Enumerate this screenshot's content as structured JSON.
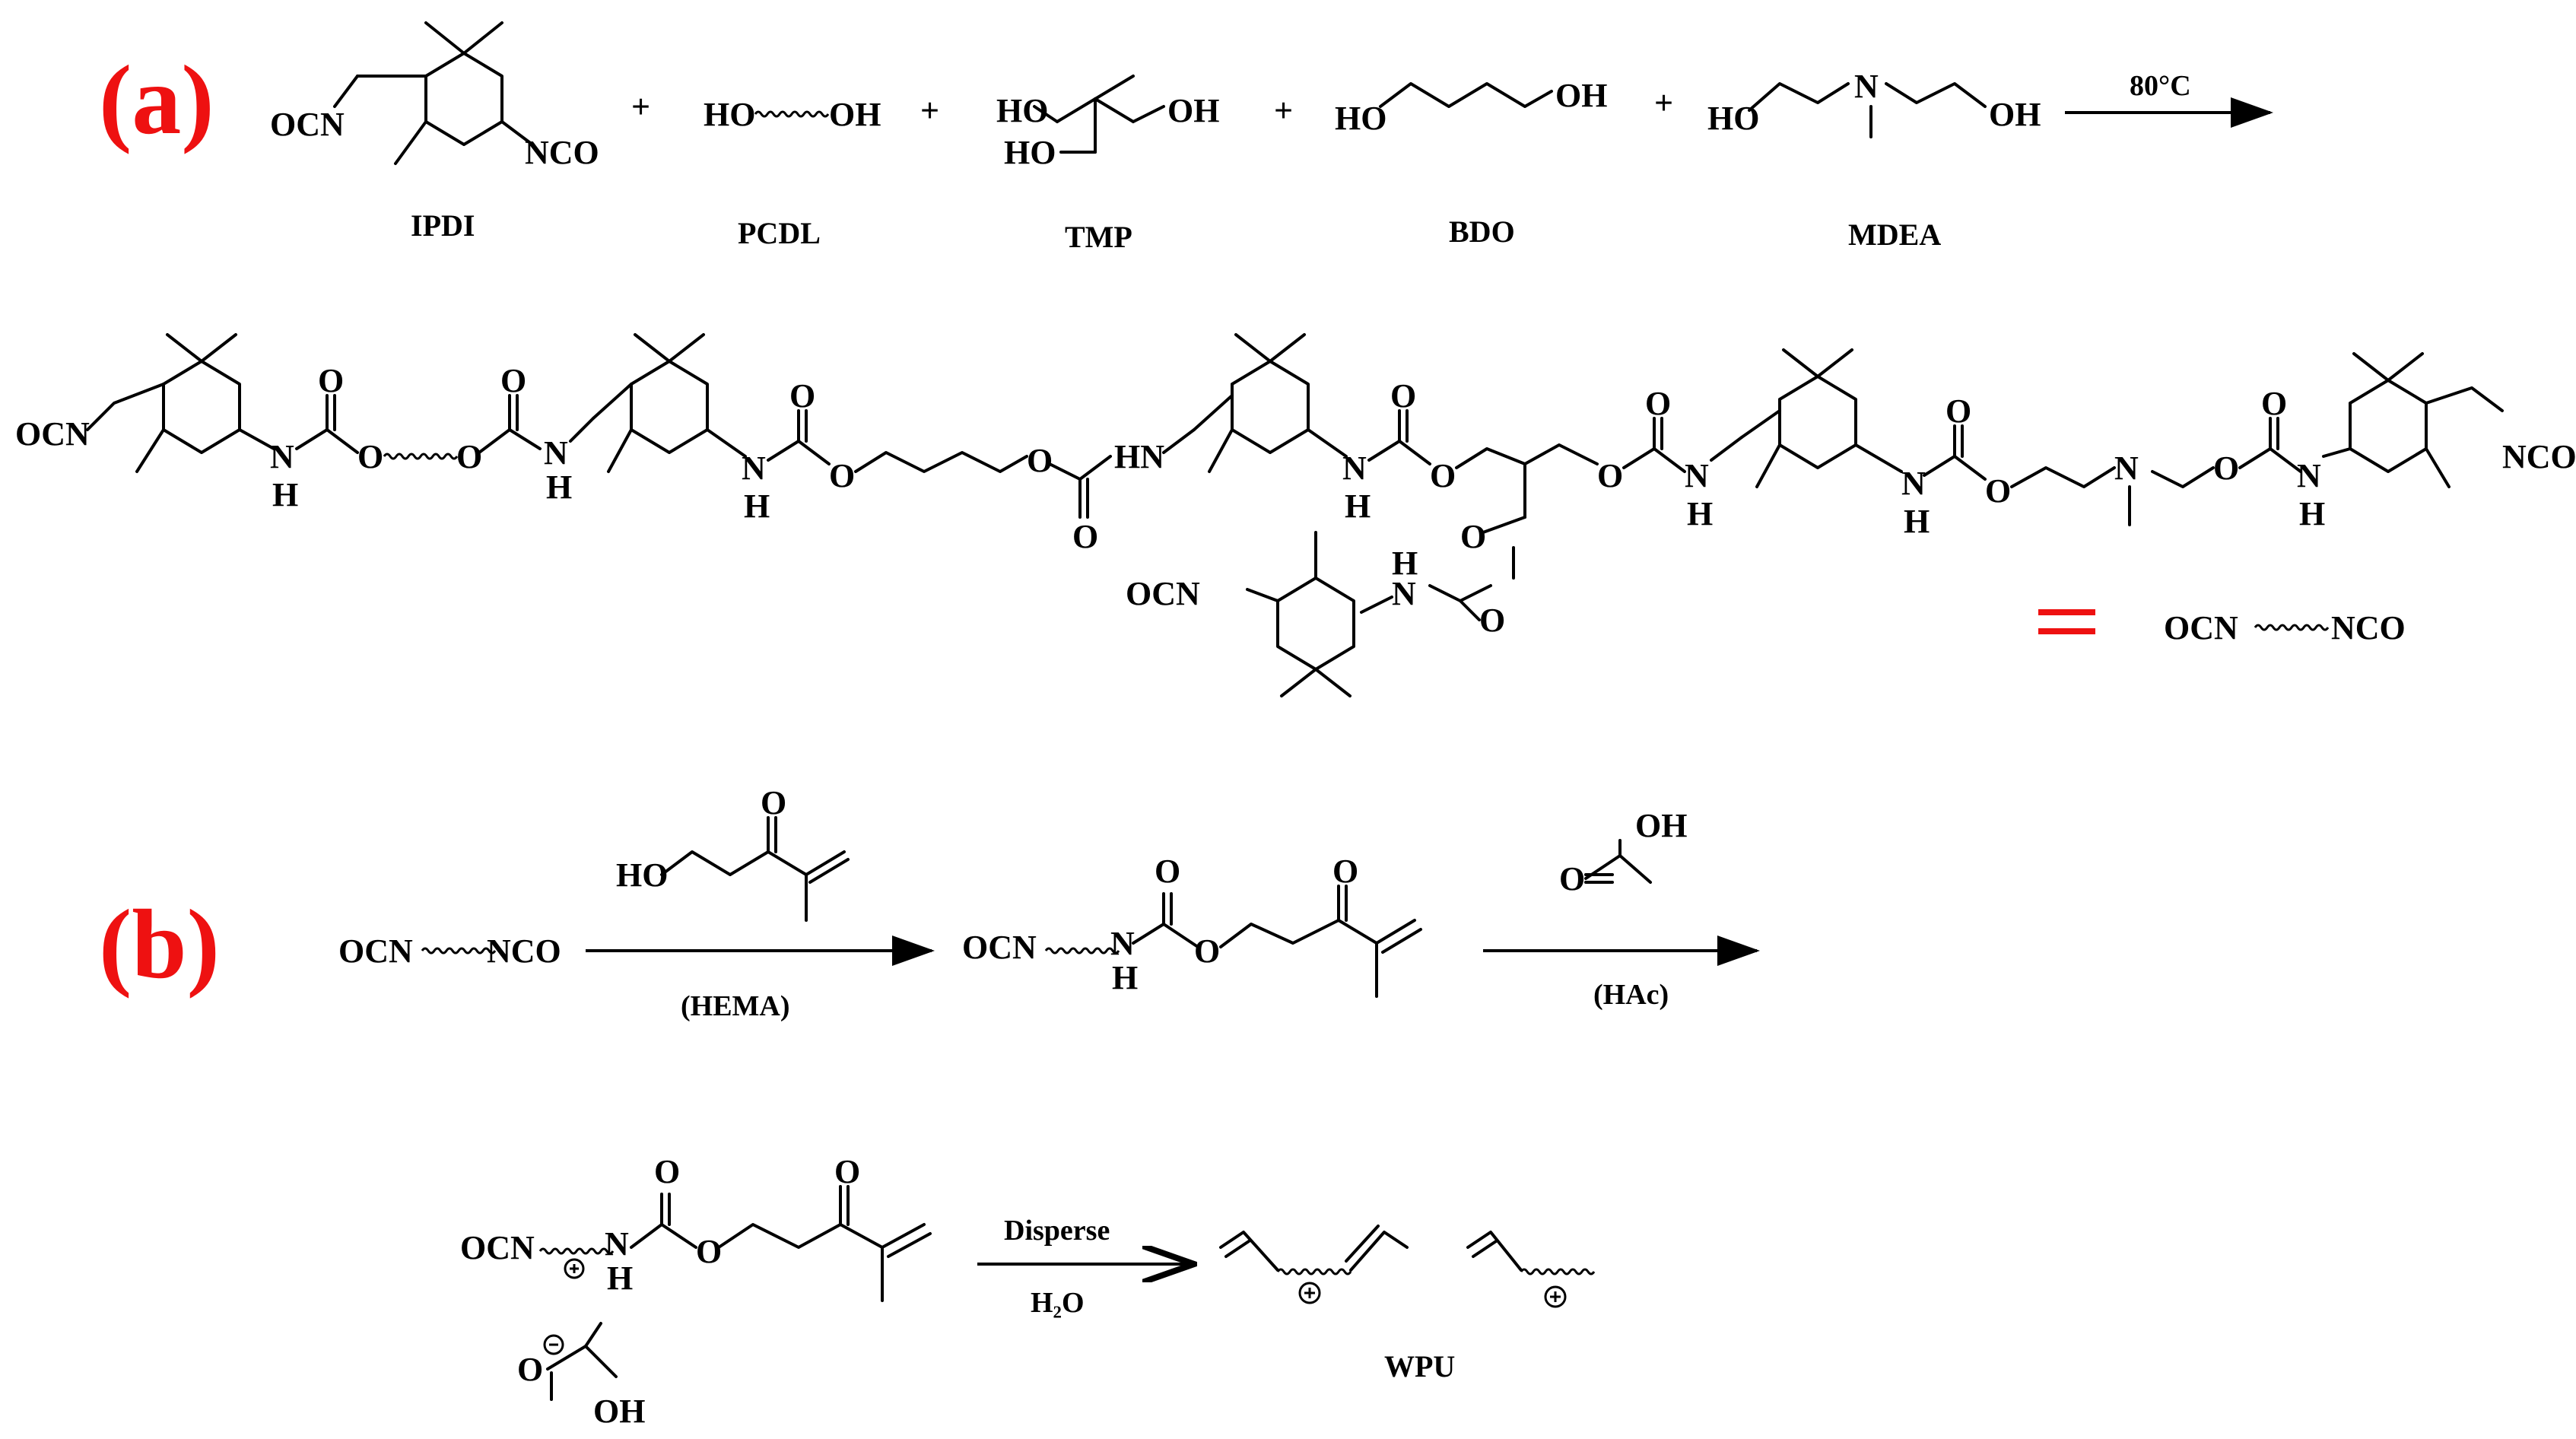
{
  "panels": {
    "a": "(a)",
    "b": "(b)"
  },
  "labels": {
    "OCN": "OCN",
    "NCO": "NCO",
    "HO": "HO",
    "OH": "OH",
    "O": "O",
    "N": "N",
    "H": "H",
    "HN": "HN",
    "plus": "+"
  },
  "reactants": [
    "IPDI",
    "PCDL",
    "TMP",
    "BDO",
    "MDEA"
  ],
  "conditions": {
    "temperature": "80°C",
    "hema": "(HEMA)",
    "hac": "(HAc)",
    "disperse": "Disperse",
    "water": "H₂O"
  },
  "shorthand": {
    "left": "OCN",
    "right": "NCO"
  },
  "product": "WPU"
}
